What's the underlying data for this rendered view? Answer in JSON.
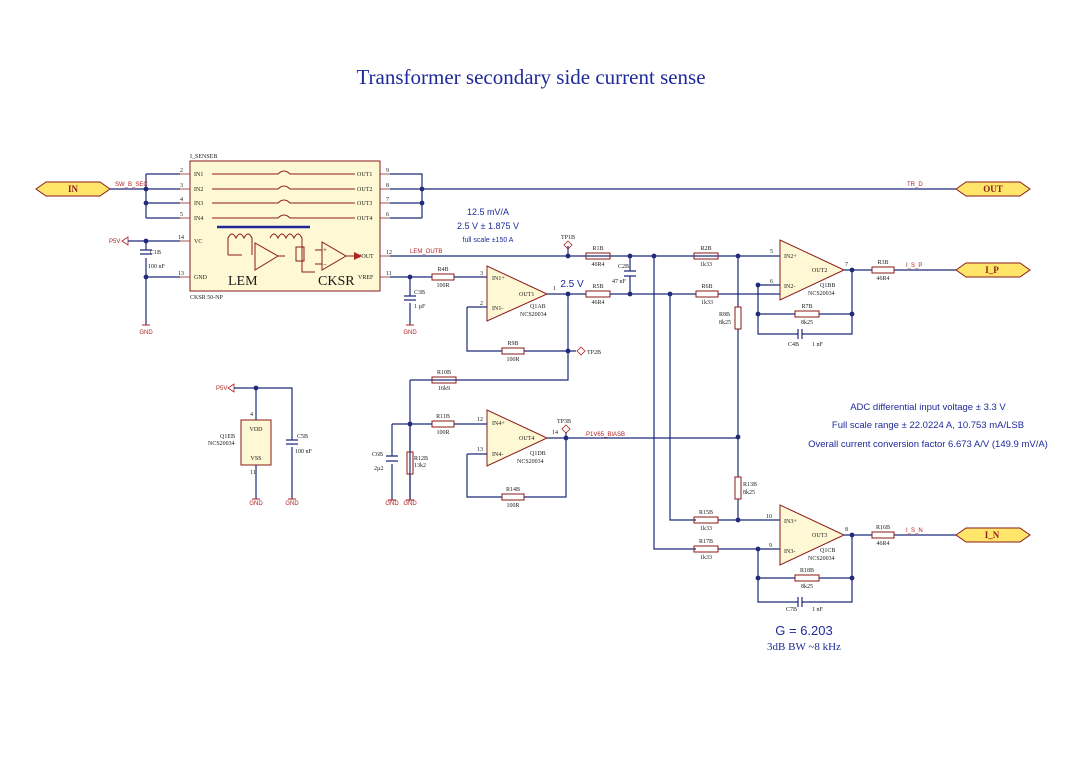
{
  "title": "Transformer secondary side current sense",
  "ports": {
    "in": "IN",
    "out": "OUT",
    "i_p": "I_P",
    "i_n": "I_N"
  },
  "nets": {
    "sw_b_sec": "SW_B_SEC",
    "tr_d": "TR_D",
    "lem_outb": "LEM_OUTB",
    "i_s_p": "I_S_P",
    "i_s_n": "I_S_N",
    "p1v65_biasb": "P1V65_BIASB",
    "p5v": "P5V",
    "gnd": "GND"
  },
  "sensor": {
    "designator": "I_SENSEB",
    "part": "CKSR 50-NP",
    "brand_lem": "LEM",
    "brand_cksr": "CKSR",
    "pins_left": [
      {
        "num": "2",
        "name": "IN1"
      },
      {
        "num": "3",
        "name": "IN2"
      },
      {
        "num": "4",
        "name": "IN3"
      },
      {
        "num": "5",
        "name": "IN4"
      },
      {
        "num": "14",
        "name": "VC"
      },
      {
        "num": "13",
        "name": "GND"
      }
    ],
    "pins_right": [
      {
        "num": "9",
        "name": "OUT1"
      },
      {
        "num": "8",
        "name": "OUT2"
      },
      {
        "num": "7",
        "name": "OUT3"
      },
      {
        "num": "6",
        "name": "OUT4"
      },
      {
        "num": "12",
        "name": "VOUT"
      },
      {
        "num": "11",
        "name": "VREF"
      }
    ]
  },
  "sensor_notes": {
    "line1": "12.5 mV/A",
    "line2": "2.5 V ± 1.875 V",
    "line3": "full scale ±150 A"
  },
  "ref_voltage_label": "2.5 V",
  "testpoints": {
    "tp1": "TP1B",
    "tp2": "TP2B",
    "tp3": "TP3B"
  },
  "components": {
    "c1": {
      "ref": "C1B",
      "val": "100 nF"
    },
    "c3": {
      "ref": "C3B",
      "val": "1 µF"
    },
    "c2": {
      "ref": "C2B",
      "val": "47 nF"
    },
    "c4": {
      "ref": "C4B",
      "val": "1 nF"
    },
    "c5": {
      "ref": "C5B",
      "val": "100 nF"
    },
    "c6": {
      "ref": "C6B",
      "val": "2µ2"
    },
    "c7": {
      "ref": "C7B",
      "val": "1 nF"
    },
    "r1": {
      "ref": "R1B",
      "val": "46R4"
    },
    "r2": {
      "ref": "R2B",
      "val": "1k33"
    },
    "r3": {
      "ref": "R3B",
      "val": "46R4"
    },
    "r4": {
      "ref": "R4B",
      "val": "100R"
    },
    "r5": {
      "ref": "R5B",
      "val": "46R4"
    },
    "r6": {
      "ref": "R6B",
      "val": "1k33"
    },
    "r7": {
      "ref": "R7B",
      "val": "8k25"
    },
    "r8": {
      "ref": "R8B",
      "val": "8k25"
    },
    "r9": {
      "ref": "R9B",
      "val": "100R"
    },
    "r10": {
      "ref": "R10B",
      "val": "16k9"
    },
    "r11": {
      "ref": "R11B",
      "val": "100R"
    },
    "r12": {
      "ref": "R12B",
      "val": "13k2"
    },
    "r13": {
      "ref": "R13B",
      "val": "8k25"
    },
    "r14": {
      "ref": "R14B",
      "val": "100R"
    },
    "r15": {
      "ref": "R15B",
      "val": "1k33"
    },
    "r16": {
      "ref": "R16B",
      "val": "46R4"
    },
    "r17": {
      "ref": "R17B",
      "val": "1k33"
    },
    "r18": {
      "ref": "R18B",
      "val": "8k25"
    }
  },
  "opamps": {
    "q1a": {
      "ref": "Q1AB",
      "part": "NCS20034",
      "in_p": "IN1+",
      "in_n": "IN1-",
      "out": "OUT1",
      "p_in_p": "3",
      "p_in_n": "2",
      "p_out": "1"
    },
    "q1b": {
      "ref": "Q1BB",
      "part": "NCS20034",
      "in_p": "IN2+",
      "in_n": "IN2-",
      "out": "OUT2",
      "p_in_p": "5",
      "p_in_n": "6",
      "p_out": "7"
    },
    "q1c": {
      "ref": "Q1CB",
      "part": "NCS20034",
      "in_p": "IN3+",
      "in_n": "IN3-",
      "out": "OUT3",
      "p_in_p": "10",
      "p_in_n": "9",
      "p_out": "8"
    },
    "q1d": {
      "ref": "Q1DB",
      "part": "NCS20034",
      "in_p": "IN4+",
      "in_n": "IN4-",
      "out": "OUT4",
      "p_in_p": "12",
      "p_in_n": "13",
      "p_out": "14"
    },
    "q1e": {
      "ref": "Q1EB",
      "part": "NCS20034",
      "vdd": "VDD",
      "vss": "VSS",
      "p_vdd": "4",
      "p_vss": "11"
    }
  },
  "adc_notes": {
    "line1": "ADC differential input voltage ± 3.3 V",
    "line2": "Full scale range ± 22.0224 A, 10.753 mA/LSB",
    "line3": "Overall current conversion factor 6.673 A/V (149.9 mV/A)"
  },
  "gain_note": "G = 6.203",
  "bw_note": "3dB BW ~8 kHz"
}
